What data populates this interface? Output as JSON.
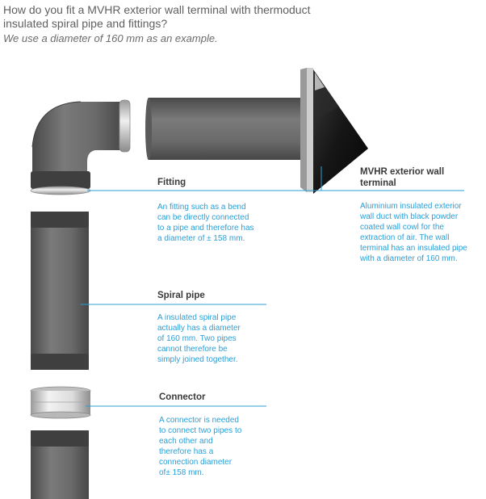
{
  "header": {
    "title_line1": "How do you fit a MVHR exterior wall terminal with thermoduct",
    "title_line2": "insulated spiral pipe and fittings?",
    "subtitle": "We use a diameter of 160 mm as an example."
  },
  "callouts": {
    "fitting": {
      "label": "Fitting",
      "desc": [
        "An fitting such as a bend",
        "can be directly connected",
        "to a pipe and therefore has",
        "a diameter of ± 158 mm."
      ]
    },
    "terminal": {
      "label": [
        "MVHR exterior wall",
        "terminal"
      ],
      "desc": [
        "Aluminium insulated exterior",
        "wall duct with black powder",
        "coated wall cowl for the",
        "extraction of air. The wall",
        "terminal has an insulated pipe",
        "with a diameter of 160 mm."
      ]
    },
    "spiral": {
      "label": "Spiral pipe",
      "desc": [
        "A insulated spiral pipe",
        "actually has a diameter",
        "of  160 mm. Two pipes",
        "cannot therefore be",
        "simply joined together."
      ]
    },
    "connector": {
      "label": "Connector",
      "desc": [
        "A connector is needed",
        "to connect two pipes to",
        "each other and",
        "therefore has a",
        "connection diameter",
        "of± 158 mm."
      ]
    }
  },
  "colors": {
    "pipe": "#6e6e6e",
    "pipe_dark": "#4f4f4f",
    "metal": "#d8d8d8",
    "cowl": "#151515",
    "callout_line": "#2a9fd6"
  }
}
